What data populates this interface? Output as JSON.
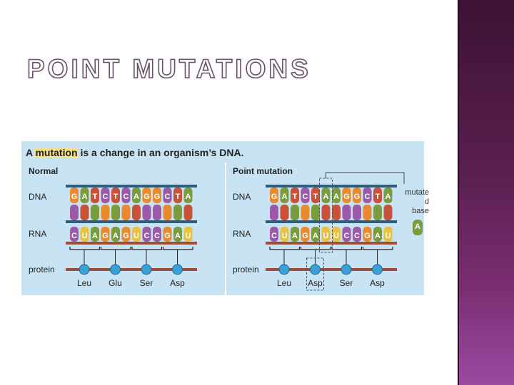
{
  "slide": {
    "title": "POINT MUTATIONS"
  },
  "figure": {
    "heading_prefix": "A ",
    "heading_keyword": "mutation",
    "heading_suffix": " is a change in an organism’s DNA.",
    "panels": [
      {
        "title": "Normal",
        "dna_label": "DNA",
        "rna_label": "RNA",
        "protein_label": "protein",
        "dna_bases": [
          "G",
          "A",
          "T",
          "C",
          "T",
          "C",
          "A",
          "G",
          "G",
          "C",
          "T",
          "A"
        ],
        "rna_bases": [
          "C",
          "U",
          "A",
          "G",
          "A",
          "G",
          "U",
          "C",
          "C",
          "G",
          "A",
          "U"
        ],
        "amino_acids": [
          "Leu",
          "Glu",
          "Ser",
          "Asp"
        ]
      },
      {
        "title": "Point mutation",
        "dna_label": "DNA",
        "rna_label": "RNA",
        "protein_label": "protein",
        "dna_bases": [
          "G",
          "A",
          "T",
          "C",
          "T",
          "A",
          "A",
          "G",
          "G",
          "C",
          "T",
          "A"
        ],
        "rna_bases": [
          "C",
          "U",
          "A",
          "G",
          "A",
          "U",
          "U",
          "C",
          "C",
          "G",
          "A",
          "U"
        ],
        "amino_acids": [
          "Leu",
          "Asp",
          "Ser",
          "Asp"
        ],
        "mutated_index": 5,
        "mutated_codon": 1
      }
    ],
    "mutated_label": "mutate\nd\nbase",
    "mutated_base": "A"
  },
  "colors": {
    "G": "#e98a2e",
    "A": "#7a9c3e",
    "T": "#c8513a",
    "C": "#9a5aa8",
    "U": "#e9c040",
    "backbone": "#2f5d7c",
    "rna_backbone": "#9a4f3a",
    "figure_bg": "#c8e3f3",
    "highlight": "#f7e08a"
  }
}
